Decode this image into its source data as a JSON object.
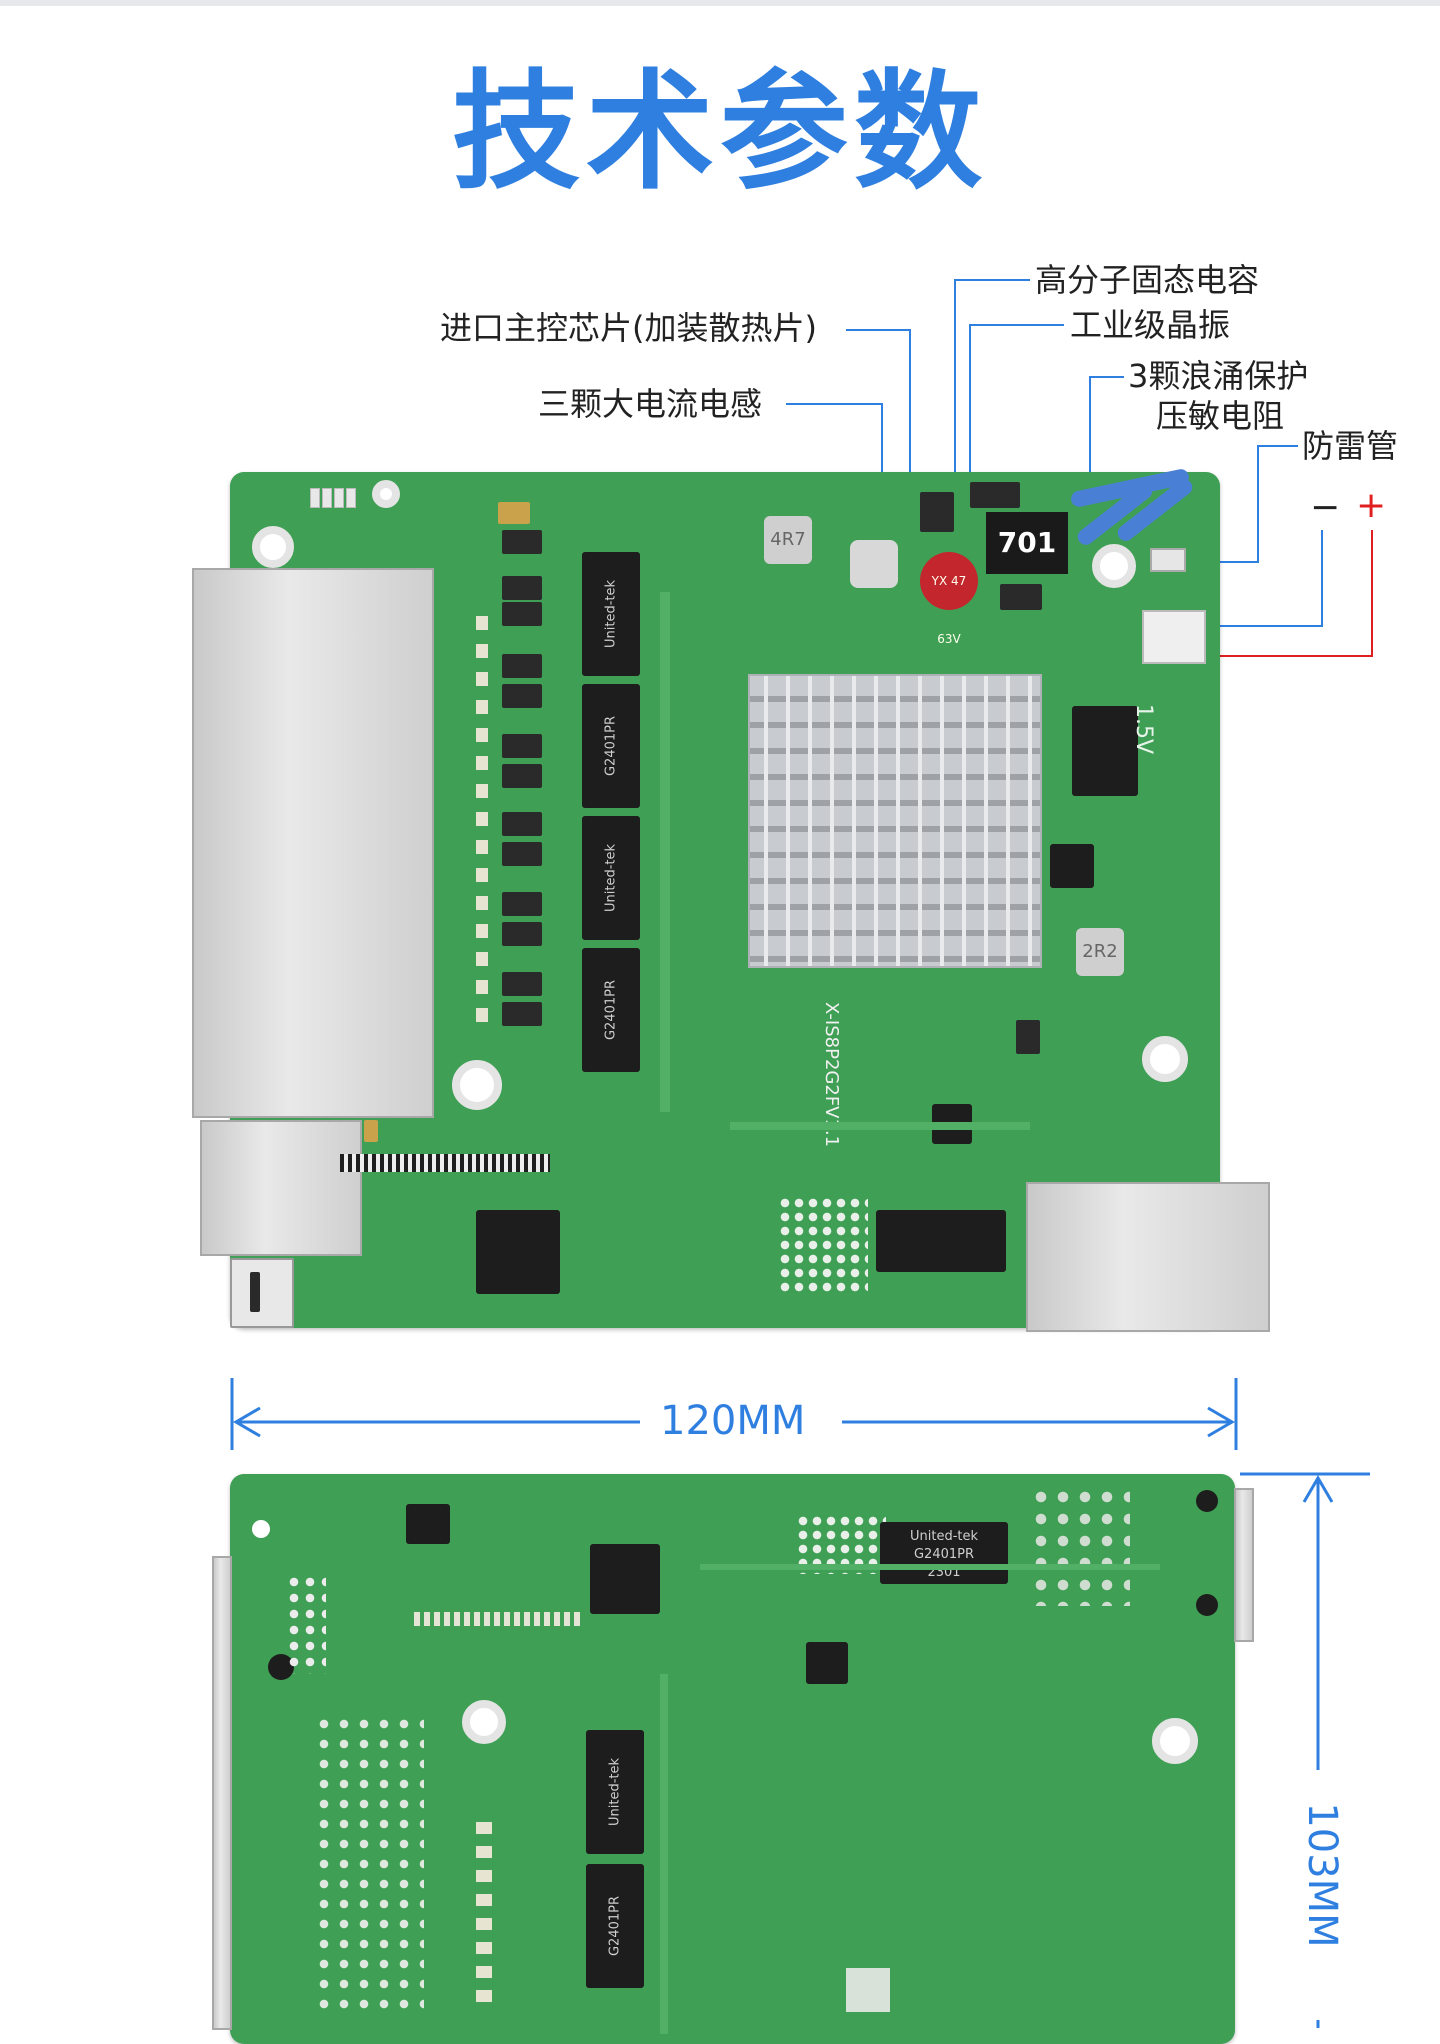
{
  "title": "技术参数",
  "callouts": {
    "polymer_cap": "高分子固态电容",
    "crystal": "工业级晶振",
    "main_chip": "进口主控芯片(加装散热片)",
    "varistor_line1": "3颗浪涌保护",
    "varistor_line2": "压敏电阻",
    "inductor": "三颗大电流电感",
    "arrester": "防雷管",
    "minus": "−",
    "plus": "+"
  },
  "dimensions": {
    "width": "120MM",
    "height": "103MM"
  },
  "board_labels": {
    "inductor_code": "701",
    "cap_code": "YX 47 63V",
    "power_label": "1.5V",
    "transformer_brand": "United-tek",
    "transformer_model": "G2401PR",
    "transformer_lot": "2301",
    "pcb_model": "X-IS8P2G2FV1.1",
    "inductor2": "4R7",
    "inductor3": "2R2"
  },
  "colors": {
    "accent": "#2f7fe0",
    "pcb_green": "#3f9f55",
    "callout_line": "#2f7fe0",
    "plus": "#e02020"
  }
}
